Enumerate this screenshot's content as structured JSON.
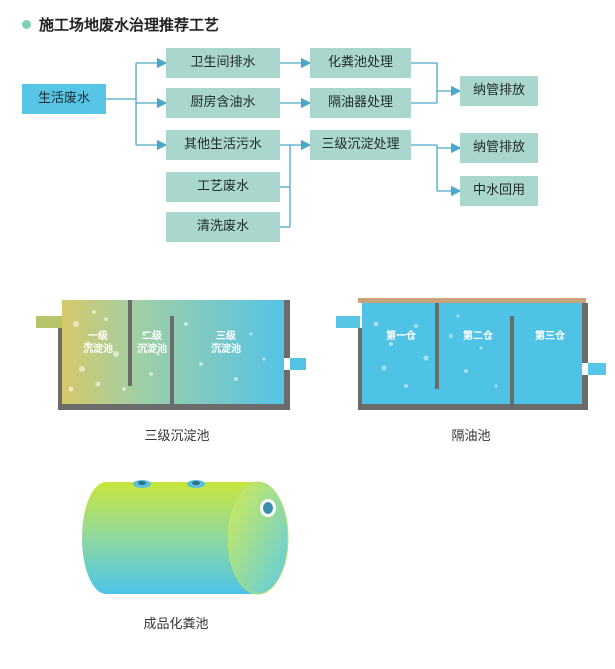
{
  "title": "施工场地废水治理推荐工艺",
  "flow": {
    "source": "生活废水",
    "toilet": "卫生间排水",
    "kitchen": "厨房含油水",
    "other": "其他生活污水",
    "process": "工艺废水",
    "cleaning": "清洗废水",
    "septic": "化粪池处理",
    "oil_separator": "隔油器处理",
    "three_stage": "三级沉淀处理",
    "discharge_1": "纳管排放",
    "discharge_2": "纳管排放",
    "reuse": "中水回用"
  },
  "sedimentation": {
    "caption": "三级沉淀池",
    "stage1": "一级\n沉淀池",
    "stage2": "二级\n沉淀池",
    "stage3": "三级\n沉淀池"
  },
  "grease_trap": {
    "caption": "隔油池",
    "chamber1": "第一仓",
    "chamber2": "第二仓",
    "chamber3": "第三仓"
  },
  "septic_tank": {
    "caption": "成品化粪池"
  },
  "colors": {
    "flow_arrow": "#4aa9c9",
    "green_box": "#a9d6cd",
    "blue_box": "#56c5e6",
    "tank_wall": "#6b6b6b",
    "water": "#4fc3e6"
  }
}
